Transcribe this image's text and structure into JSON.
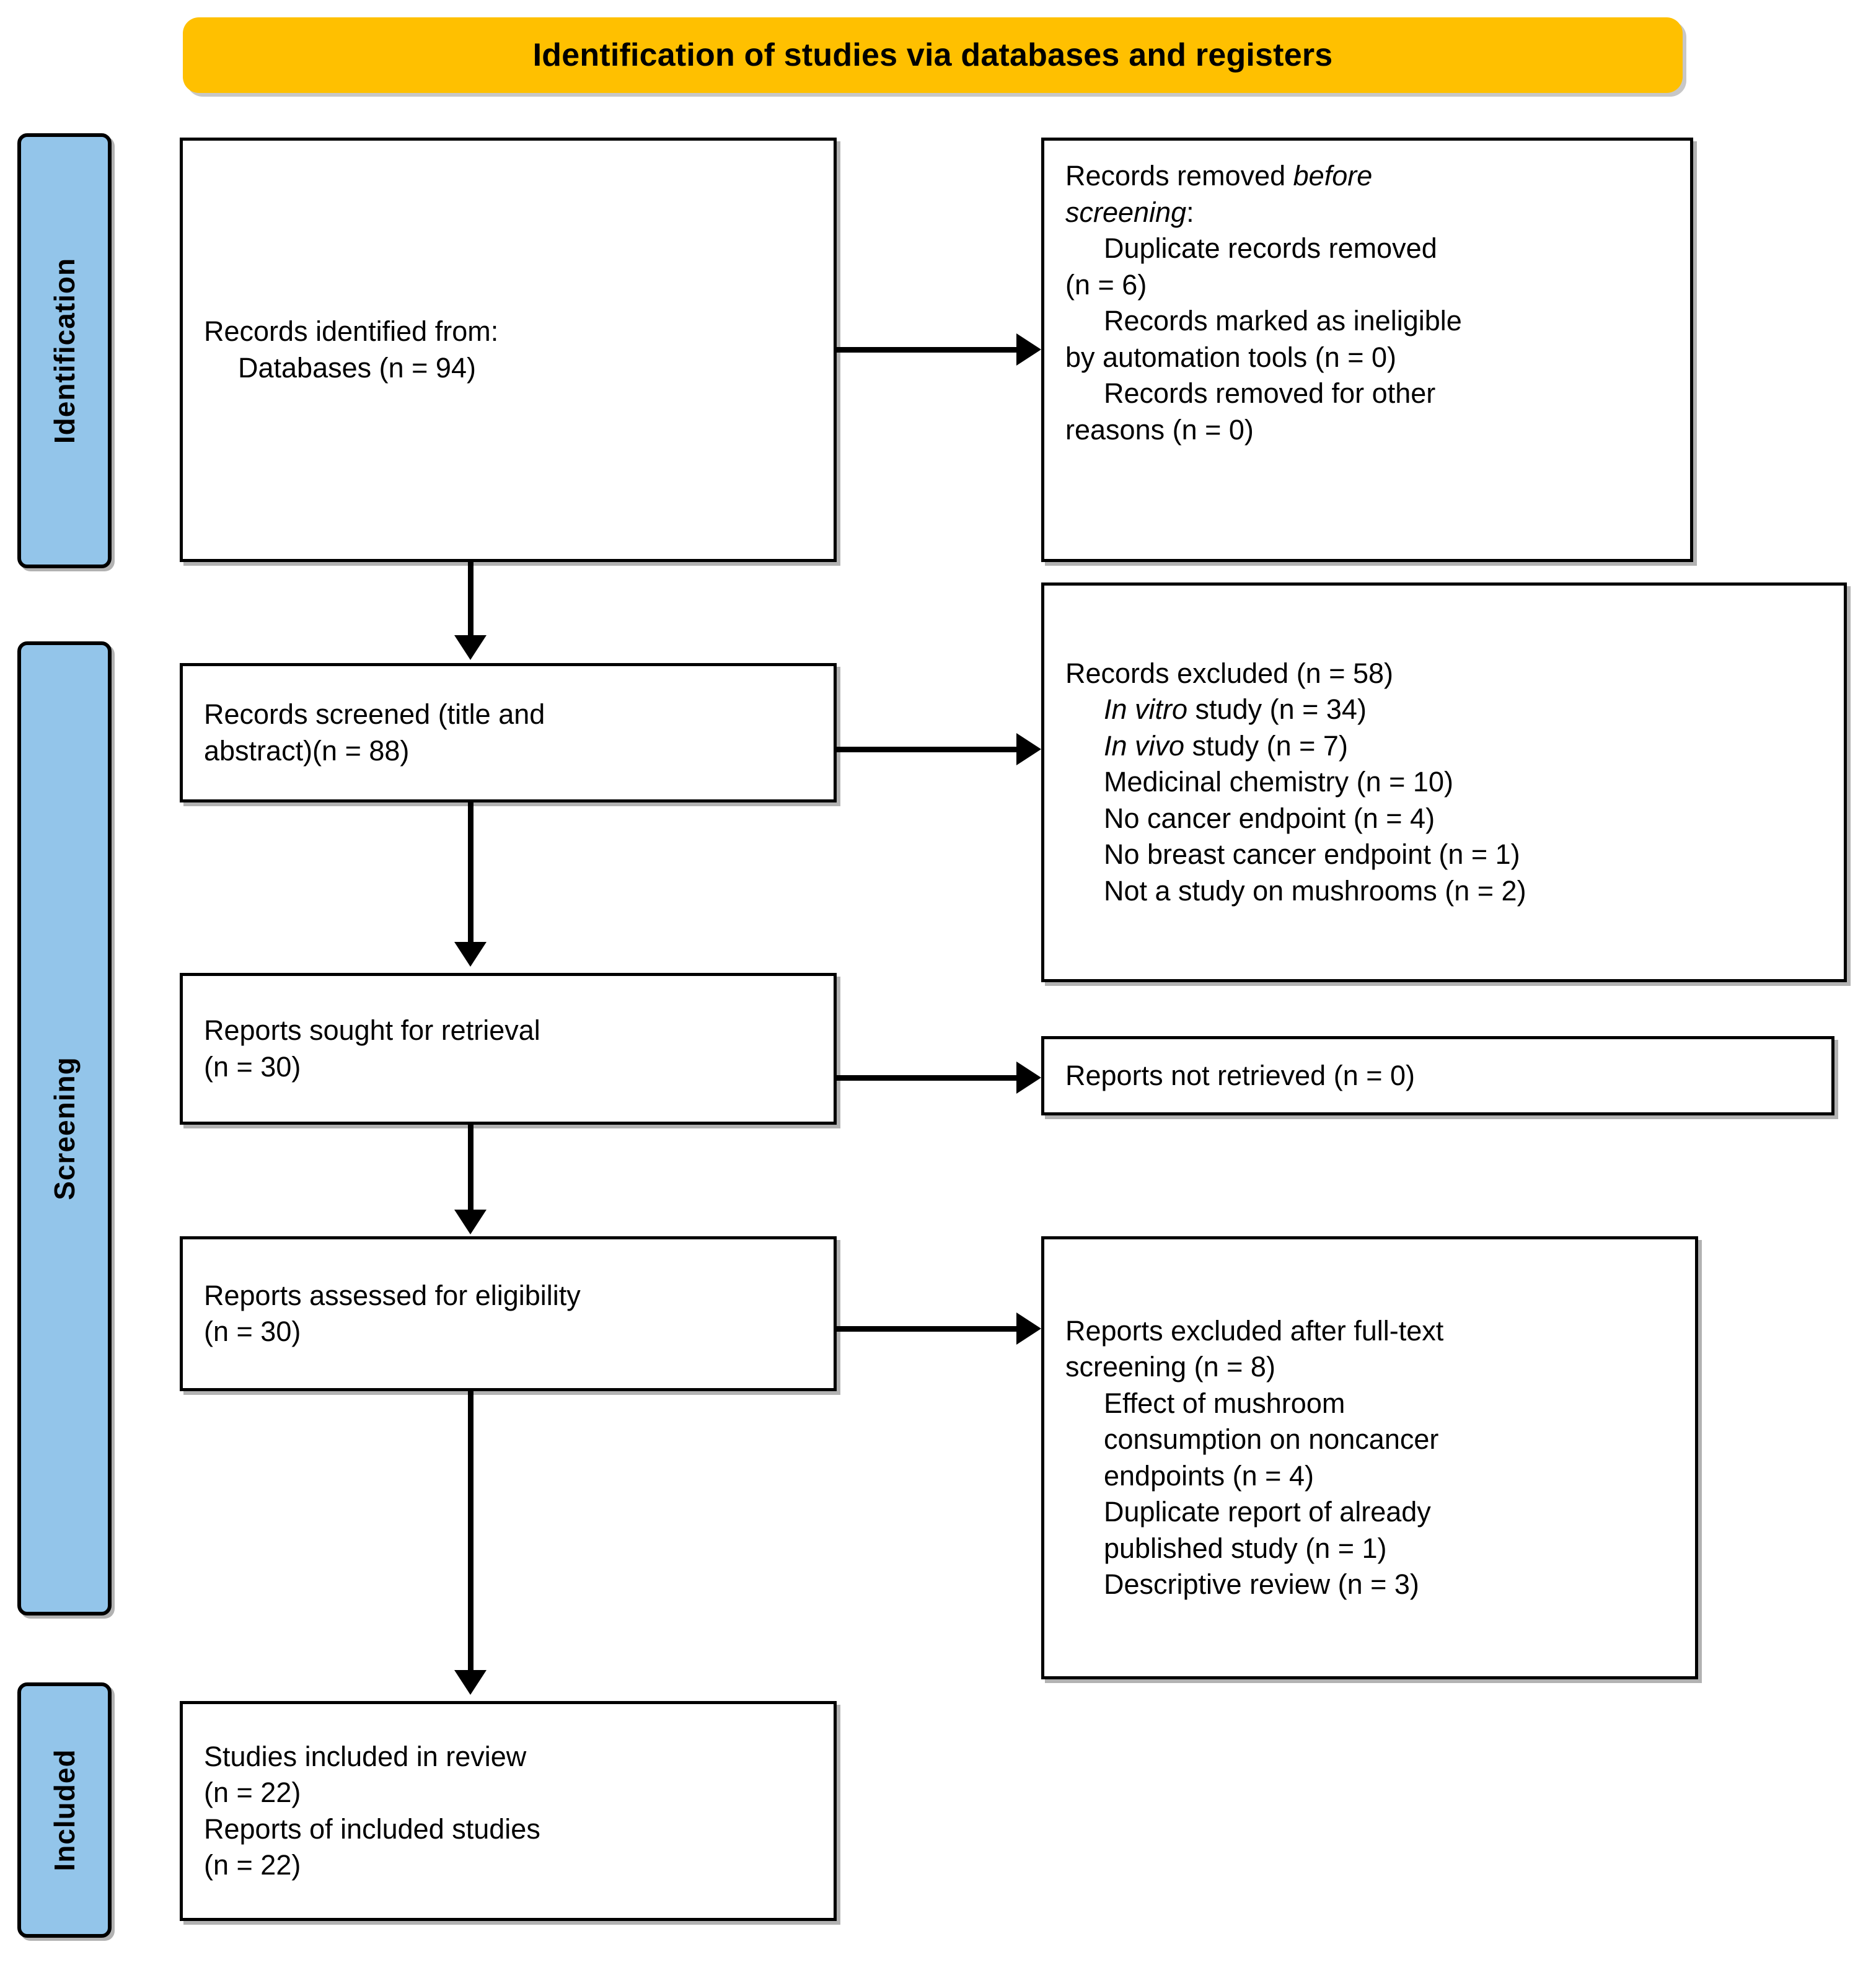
{
  "banner": {
    "title": "Identification of studies via databases and registers"
  },
  "phases": [
    {
      "label": "Identification"
    },
    {
      "label": "Screening"
    },
    {
      "label": "Included"
    }
  ],
  "boxes": {
    "identified": {
      "line1": "Records identified from:",
      "line2": "Databases (n = 94)"
    },
    "removed_before_screening": {
      "line1_pre": "Records removed ",
      "line1_em": "before",
      "line2_em": "screening",
      "line2_post": ":",
      "item1a": "Duplicate records removed",
      "item1b": "(n = 6)",
      "item2a": "Records marked as ineligible",
      "item2b": "by automation tools (n = 0)",
      "item3a": "Records removed for other",
      "item3b": "reasons (n = 0)"
    },
    "screened": {
      "line1": "Records screened (title and",
      "line2": "abstract)(n = 88)"
    },
    "records_excluded": {
      "heading": "Records excluded (n = 58)",
      "item1_em": "In vitro",
      "item1_post": " study (n = 34)",
      "item2_em": "In vivo",
      "item2_post": " study (n = 7)",
      "item3": "Medicinal chemistry (n = 10)",
      "item4": "No cancer endpoint (n = 4)",
      "item5": "No breast cancer endpoint (n = 1)",
      "item6": "Not a study on mushrooms (n = 2)"
    },
    "sought": {
      "line1": "Reports sought for retrieval",
      "line2": "(n = 30)"
    },
    "not_retrieved": {
      "line1": "Reports not retrieved (n = 0)"
    },
    "assessed": {
      "line1": "Reports assessed for eligibility",
      "line2": "(n = 30)"
    },
    "excluded_fulltext": {
      "heading1": "Reports excluded after full-text",
      "heading2": "screening (n = 8)",
      "item1a": "Effect of mushroom",
      "item1b": "consumption on noncancer",
      "item1c": "endpoints (n = 4)",
      "item2a": "Duplicate report of already",
      "item2b": "published study (n = 1)",
      "item3a": "Descriptive review (n = 3)"
    },
    "included": {
      "line1": "Studies included in review",
      "line2": "(n = 22)",
      "line3": "Reports of included studies",
      "line4": "(n = 22)"
    }
  },
  "colors": {
    "banner_fill": "#FFC000",
    "phase_fill": "#93C5EA",
    "stroke": "#000000",
    "box_fill": "#FFFFFF"
  }
}
